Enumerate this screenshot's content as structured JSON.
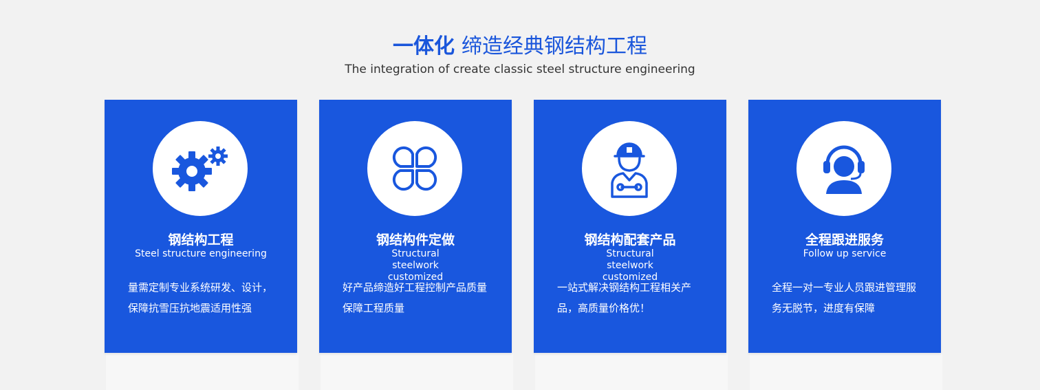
{
  "heading": {
    "title_strong": "一体化",
    "title_rest": "缔造经典钢结构工程",
    "subtitle": "The integration of create classic steel structure engineering"
  },
  "colors": {
    "accent": "#1957de",
    "background": "#f2f2f2"
  },
  "cards": [
    {
      "icon": "gears-icon",
      "title": "钢结构工程",
      "subtitle": "Steel structure engineering",
      "description": "量需定制专业系统研发、设计，保障抗雪压抗地震适用性强"
    },
    {
      "icon": "four-petal-icon",
      "title": "钢结构件定做",
      "subtitle": "Structural steelwork customized",
      "description": "好产品缔造好工程控制产品质量保障工程质量"
    },
    {
      "icon": "engineer-icon",
      "title": "钢结构配套产品",
      "subtitle": "Structural steelwork customized",
      "description": "一站式解决钢结构工程相关产品，高质量价格优！"
    },
    {
      "icon": "headset-person-icon",
      "title": "全程跟进服务",
      "subtitle": "Follow up service",
      "description": "全程一对一专业人员跟进管理服务无脱节，进度有保障"
    }
  ]
}
